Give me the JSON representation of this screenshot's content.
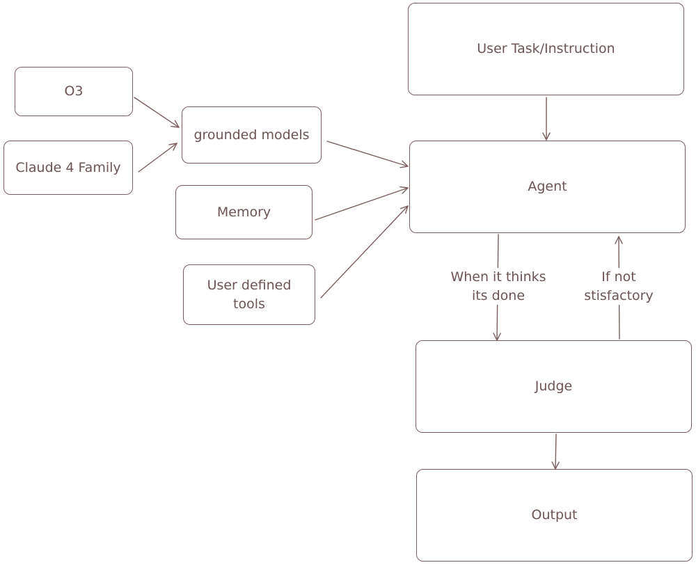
{
  "diagram": {
    "nodes": {
      "o3": "O3",
      "claude": "Claude 4 Family",
      "grounded": "grounded models",
      "memory": "Memory",
      "tools": "User defined tools",
      "task": "User Task/Instruction",
      "agent": "Agent",
      "judge": "Judge",
      "output": "Output"
    },
    "edge_labels": {
      "done": "When it thinks its done",
      "retry": "If not stisfactory"
    },
    "colors": {
      "stroke": "#7a5d5c",
      "text": "#6b5453",
      "background": "#ffffff"
    }
  }
}
